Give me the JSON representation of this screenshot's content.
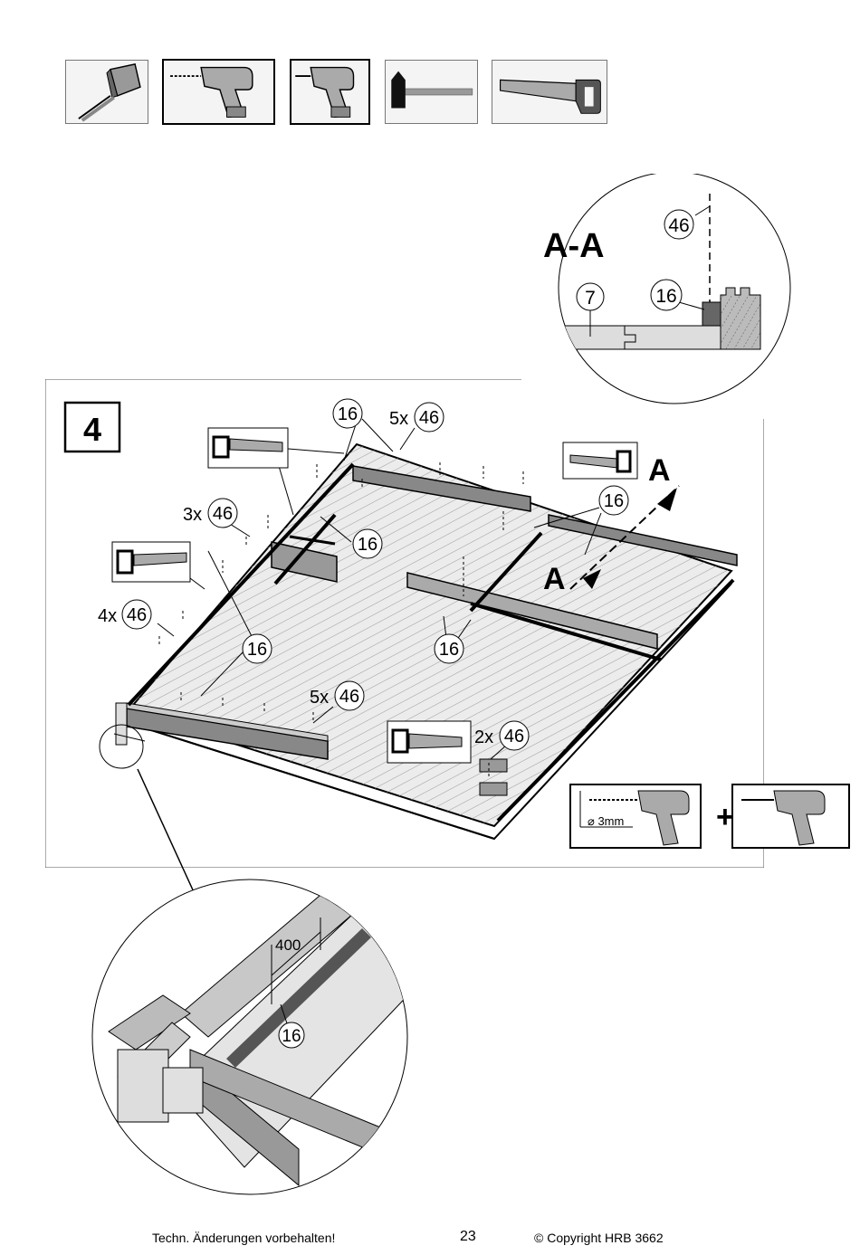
{
  "tools": [
    {
      "name": "tape-measure-icon"
    },
    {
      "name": "drill-icon"
    },
    {
      "name": "screwdriver-drill-icon"
    },
    {
      "name": "hammer-icon"
    },
    {
      "name": "saw-icon"
    }
  ],
  "detail_aa": {
    "title": "A-A",
    "labels": {
      "top": "46",
      "left": "7",
      "mid": "16"
    }
  },
  "step": {
    "number": "4",
    "labels": {
      "l16_top": "16",
      "l5x_top_prefix": "5x",
      "l5x_top_num": "46",
      "l3x_prefix": "3x",
      "l3x_num": "46",
      "l4x_prefix": "4x",
      "l4x_num": "46",
      "l16_a": "16",
      "l16_b": "16",
      "l16_c": "16",
      "l16_d": "16",
      "l5x_bottom_prefix": "5x",
      "l5x_bottom_num": "46",
      "l2x_prefix": "2x",
      "l2x_num": "46",
      "section_a_top": "A",
      "section_a_bottom": "A"
    },
    "drill_box": {
      "diameter": "⌀ 3mm",
      "plus": "+"
    }
  },
  "detail_zoom": {
    "dimension": "400",
    "label": "16"
  },
  "footer": {
    "notice": "Techn. Änderungen vorbehalten!",
    "page_number": "23",
    "copyright": "© Copyright HRB 3662"
  }
}
